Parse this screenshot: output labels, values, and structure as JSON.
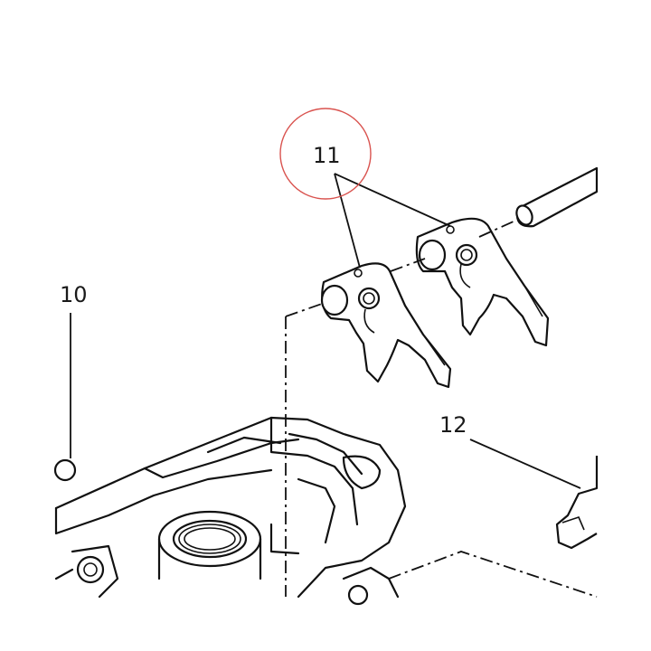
{
  "callouts": {
    "part_10": "10",
    "part_11": "11",
    "part_12": "12"
  },
  "highlight": {
    "target": "11",
    "color": "#d9534f"
  }
}
